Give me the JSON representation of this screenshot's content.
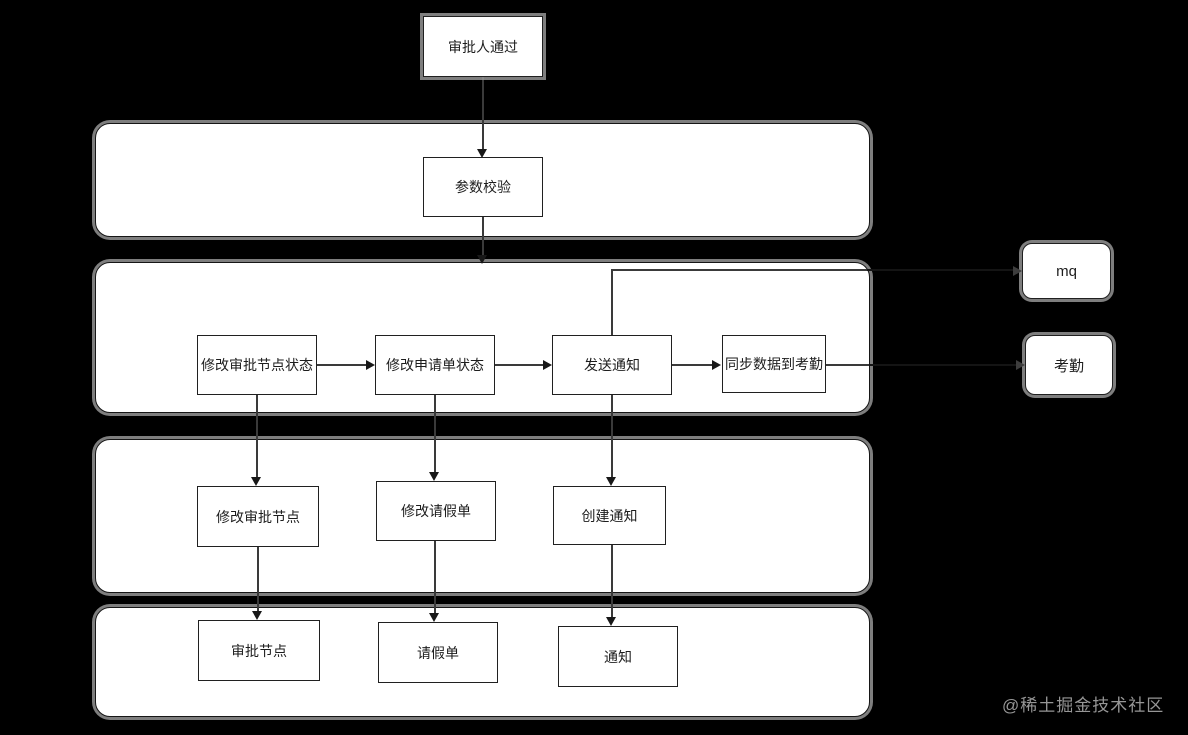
{
  "colors": {
    "background": "#000000",
    "shape_fill": "#ffffff",
    "shape_border": "#1c1c1c",
    "connector": "#3a3a3a",
    "shape_halo": "#9e9e9e",
    "watermark_text": "#969696"
  },
  "nodes": {
    "start": {
      "label": "审批人通过"
    },
    "param_check": {
      "label": "参数校验"
    },
    "update_approval_node_status": {
      "label": "修改审批节点状态"
    },
    "update_request_form_status": {
      "label": "修改申请单状态"
    },
    "send_notification": {
      "label": "发送通知"
    },
    "sync_to_attendance": {
      "label": "同步数据到考勤"
    },
    "mq": {
      "label": "mq"
    },
    "attendance": {
      "label": "考勤"
    },
    "modify_approval_node": {
      "label": "修改审批节点"
    },
    "modify_leave_form": {
      "label": "修改请假单"
    },
    "create_notification": {
      "label": "创建通知"
    },
    "approval_node": {
      "label": "审批节点"
    },
    "leave_form": {
      "label": "请假单"
    },
    "notification": {
      "label": "通知"
    }
  },
  "watermark": {
    "text": "@稀土掘金技术社区"
  }
}
